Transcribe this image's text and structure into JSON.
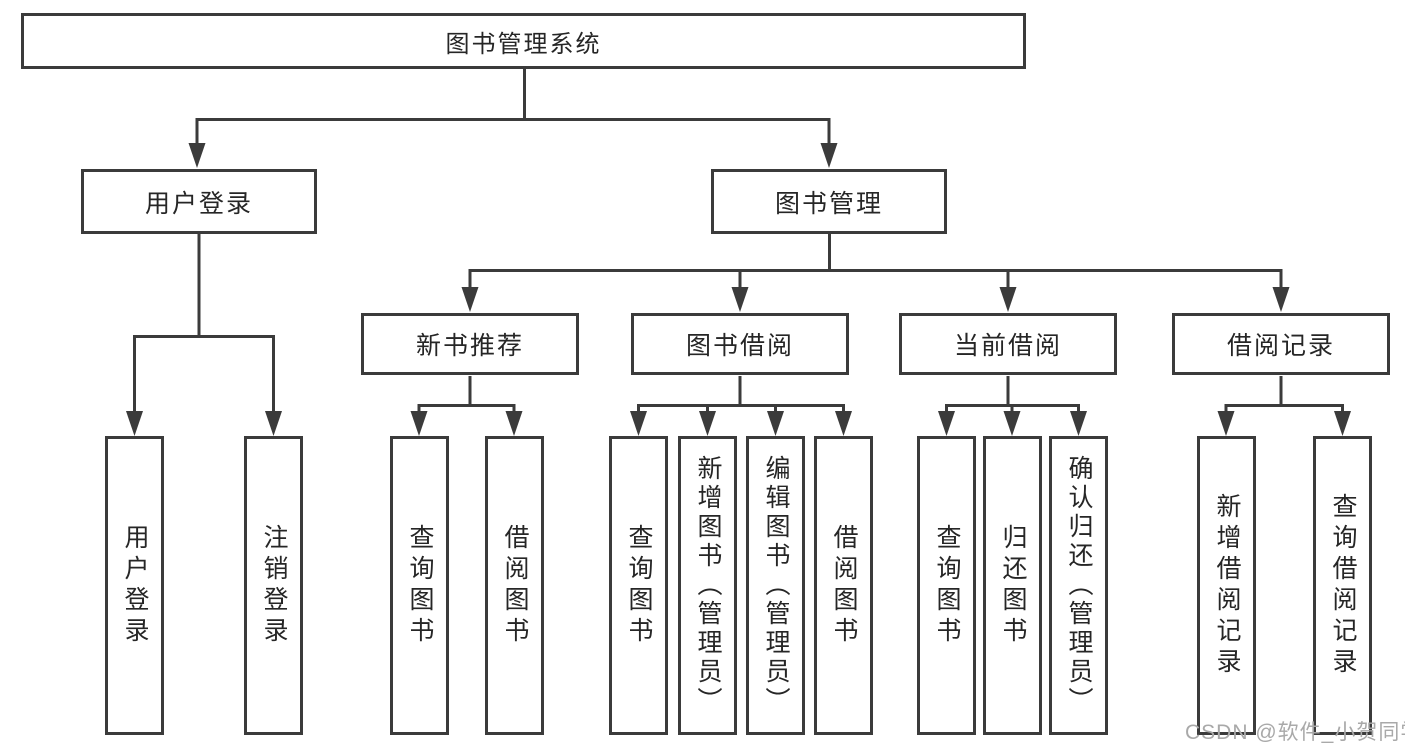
{
  "root": {
    "label": "图书管理系统"
  },
  "level2": {
    "user_login": "用户登录",
    "book_management": "图书管理"
  },
  "level3": {
    "new_book_recommend": "新书推荐",
    "book_borrowing": "图书借阅",
    "current_borrowing": "当前借阅",
    "borrowing_records": "借阅记录"
  },
  "leaves": {
    "user_login": [
      "用户登录",
      "注销登录"
    ],
    "new_book_recommend": [
      "查询图书",
      "借阅图书"
    ],
    "book_borrowing": [
      "查询图书",
      "新增图书（管理员）",
      "编辑图书（管理员）",
      "借阅图书"
    ],
    "current_borrowing": [
      "查询图书",
      "归还图书",
      "确认归还（管理员）"
    ],
    "borrowing_records": [
      "新增借阅记录",
      "查询借阅记录"
    ]
  },
  "watermark": "CSDN @软件_小贺同学",
  "colors": {
    "line": "#3b3b3b",
    "text": "#262626",
    "watermark": "#a9a9a9",
    "background": "#ffffff"
  }
}
